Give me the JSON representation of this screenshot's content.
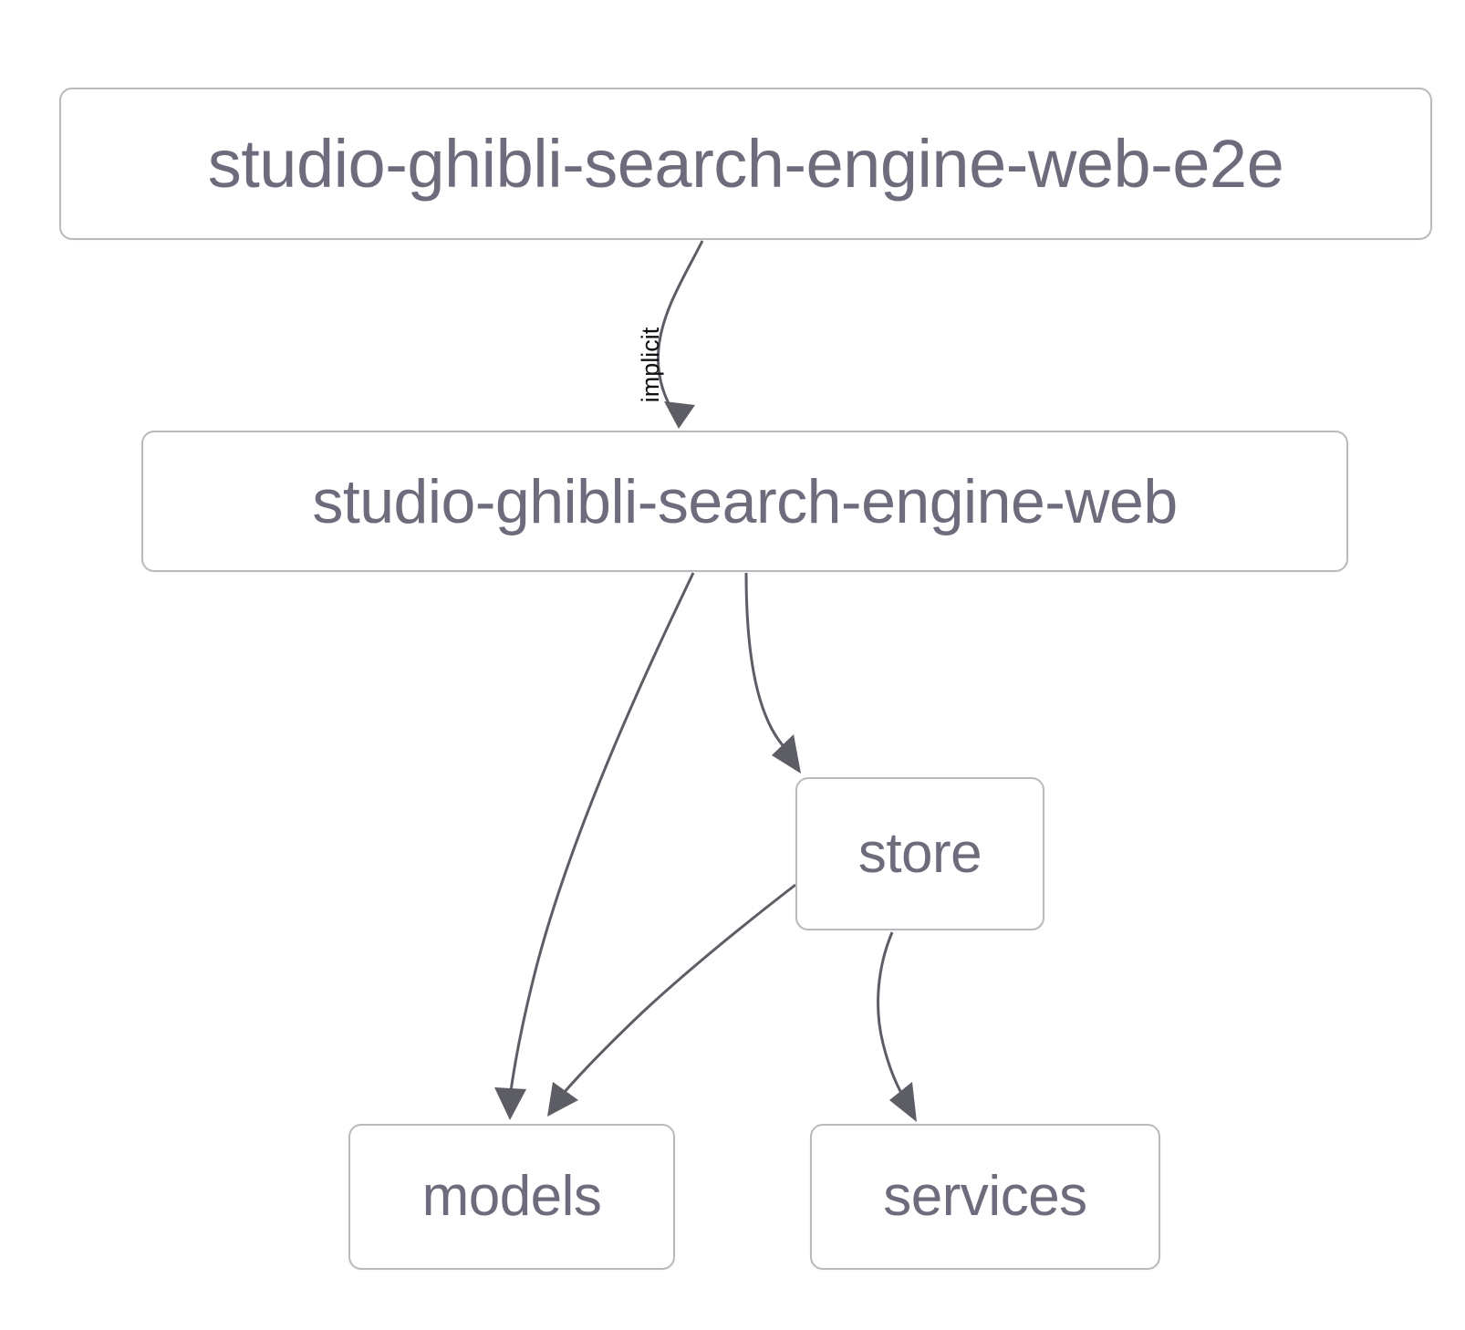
{
  "diagram": {
    "type": "dependency-graph",
    "title": "",
    "background_color": "#ffffff",
    "node_border_color": "#b9b9bf",
    "node_text_color": "#6c6c7c",
    "edge_color": "#5d5d66",
    "edge_label_color": "#111111"
  },
  "nodes": [
    {
      "id": "e2e",
      "label": "studio-ghibli-search-engine-web-e2e"
    },
    {
      "id": "web",
      "label": "studio-ghibli-search-engine-web"
    },
    {
      "id": "store",
      "label": "store"
    },
    {
      "id": "models",
      "label": "models"
    },
    {
      "id": "services",
      "label": "services"
    }
  ],
  "edges": [
    {
      "from": "e2e",
      "to": "web",
      "label": "implicit"
    },
    {
      "from": "web",
      "to": "models",
      "label": ""
    },
    {
      "from": "web",
      "to": "store",
      "label": ""
    },
    {
      "from": "store",
      "to": "models",
      "label": ""
    },
    {
      "from": "store",
      "to": "services",
      "label": ""
    }
  ],
  "edge_labels": {
    "implicit": "implicit"
  }
}
